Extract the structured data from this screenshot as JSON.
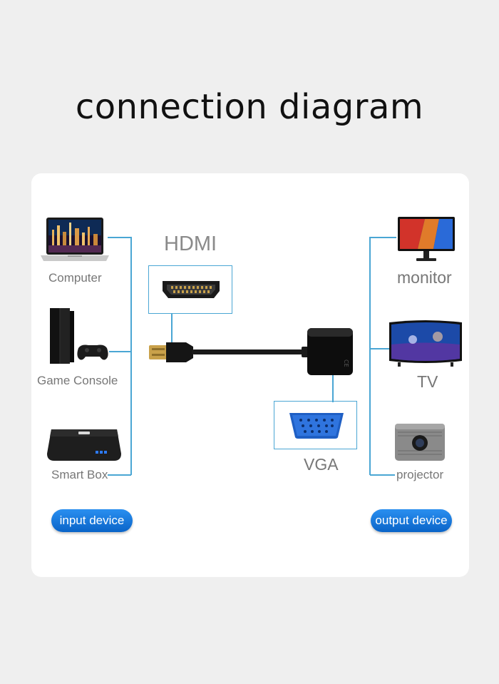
{
  "title": "connection diagram",
  "input_devices": [
    "Computer",
    "Game Console",
    "Smart Box"
  ],
  "output_devices": [
    "monitor",
    "TV",
    "projector"
  ],
  "ports": {
    "hdmi": "HDMI",
    "vga": "VGA"
  },
  "badges": {
    "input": "input device",
    "output": "output device"
  },
  "colors": {
    "accent_line": "#4aa6d4",
    "badge_blue": "#0a64c8",
    "vga_blue": "#1f5fc4"
  }
}
